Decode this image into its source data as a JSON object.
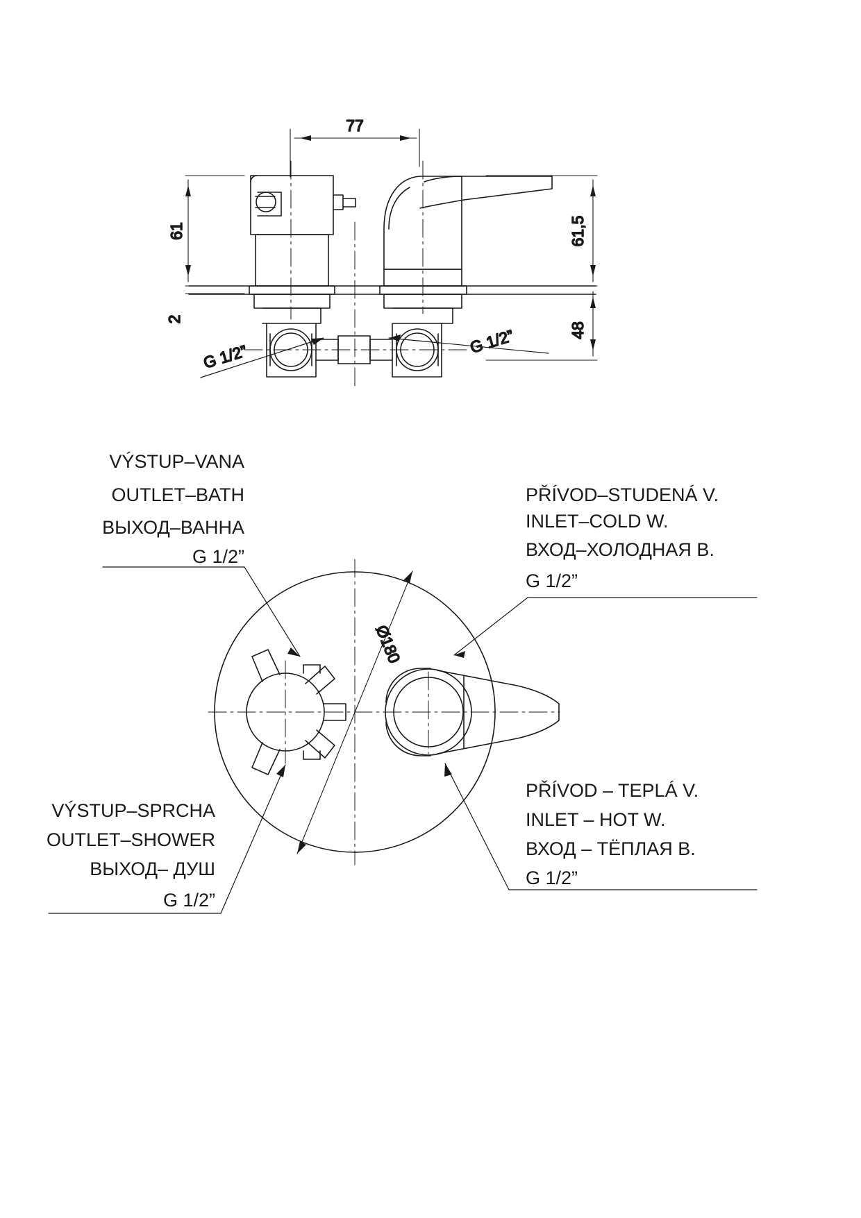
{
  "drawing": {
    "title": "Technical drawing - concealed bath/shower mixer",
    "dimensions": {
      "width_77": "77",
      "height_61": "61",
      "height_61_5": "61,5",
      "depth_2": "2",
      "depth_48": "48",
      "diameter_180": "Ø180"
    },
    "thread_labels": {
      "left": "G 1/2”",
      "right": "G 1/2”"
    },
    "callouts": {
      "outlet_bath": {
        "line1": "VÝSTUP–VANA",
        "line2": "OUTLET–BATH",
        "line3": "ВЫХОД–ВАННА",
        "line4": "G 1/2”"
      },
      "inlet_cold": {
        "line1": "PŘÍVOD–STUDENÁ V.",
        "line2": "INLET–COLD W.",
        "line3": "ВХОД–ХОЛОДНАЯ В.",
        "line4": "G 1/2”"
      },
      "outlet_shower": {
        "line1": "VÝSTUP–SPRCHA",
        "line2": "OUTLET–SHOWER",
        "line3": "ВЫХОД– ДУШ",
        "line4": "G 1/2”"
      },
      "inlet_hot": {
        "line1": "PŘÍVOD – TEPLÁ V.",
        "line2": "INLET – HOT W.",
        "line3": "ВХОД – ТЁПЛАЯ В.",
        "line4": "G 1/2”"
      }
    },
    "colors": {
      "line": "#1a1a1a",
      "background": "#ffffff"
    }
  }
}
